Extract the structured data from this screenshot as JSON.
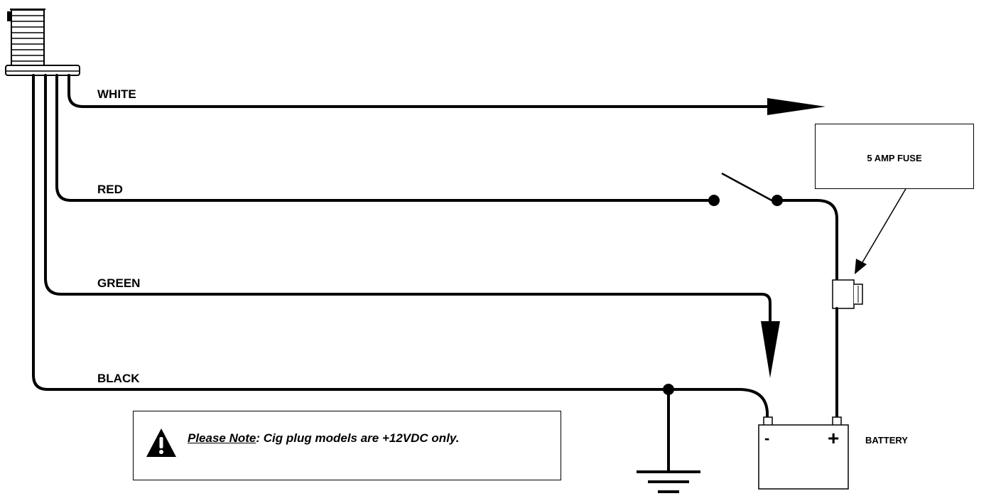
{
  "wires": {
    "white": "WHITE",
    "red": "RED",
    "green": "GREEN",
    "black": "BLACK"
  },
  "fuse": {
    "label": "5 AMP FUSE"
  },
  "battery": {
    "label": "BATTERY",
    "neg": "-",
    "pos": "+"
  },
  "note": {
    "lead": "Please Note",
    "text": ": Cig plug models are +12VDC only."
  },
  "icons": [
    "beacon-light-icon",
    "switch-icon",
    "fuse-holder-icon",
    "ground-icon",
    "battery-icon",
    "warning-icon"
  ],
  "colors": {
    "line": "#000000",
    "background": "#ffffff"
  }
}
